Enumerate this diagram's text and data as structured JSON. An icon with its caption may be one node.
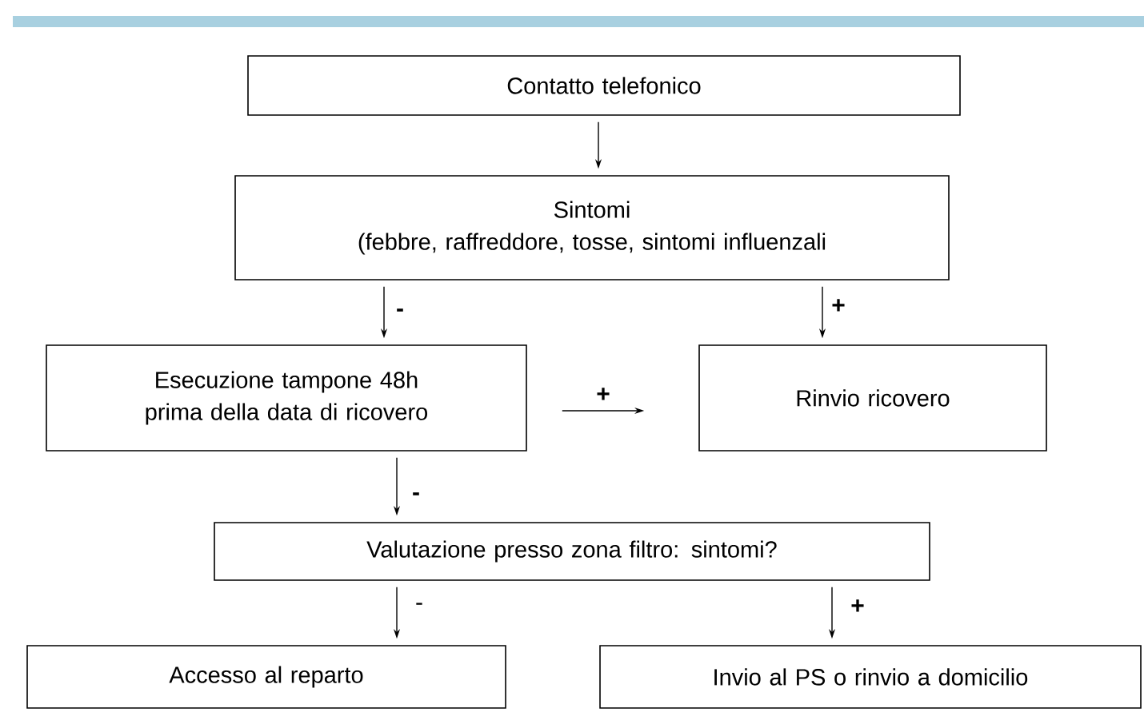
{
  "diagram": {
    "nodes": [
      {
        "text": [
          "Contatto telefonico"
        ]
      },
      {
        "text": [
          "Sintomi",
          "(febbre, raffreddore, tosse, sintomi influenzali"
        ]
      },
      {
        "text": [
          "Esecuzione tampone 48h prima della data di ricovero"
        ]
      },
      {
        "text": [
          "Rinvio ricovero"
        ]
      },
      {
        "text": [
          "Valutazione presso zona filtro: sintomi?"
        ]
      },
      {
        "text": [
          "Accesso al reparto"
        ]
      },
      {
        "text": [
          "Invio al PS o rinvio a domicilio"
        ]
      }
    ],
    "edges": [
      {
        "from": 0,
        "to": 1,
        "arrow": "to"
      },
      {
        "from": 1,
        "to": 2,
        "arrow": "to",
        "label": "-"
      },
      {
        "from": 1,
        "to": 3,
        "arrow": "to",
        "label": "+"
      },
      {
        "from": 2,
        "to": 3,
        "arrow": "to",
        "label": "+"
      },
      {
        "from": 2,
        "to": 4,
        "arrow": "to",
        "label": "-"
      },
      {
        "from": 4,
        "to": 5,
        "arrow": "to",
        "label": "-"
      },
      {
        "from": 4,
        "to": 6,
        "arrow": "to",
        "label": "+"
      }
    ]
  }
}
